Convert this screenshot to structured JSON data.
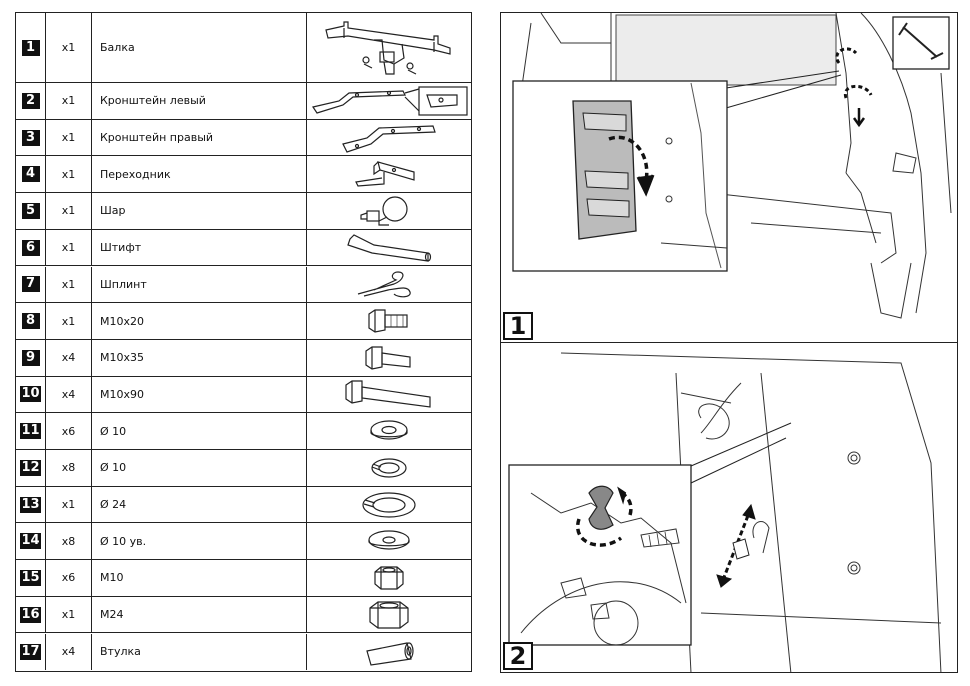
{
  "parts": [
    {
      "num": "1",
      "qty": "x1",
      "name": "Балка",
      "icon": "tow-beam-icon"
    },
    {
      "num": "2",
      "qty": "x1",
      "name": "Кронштейн левый",
      "icon": "bracket-left-icon"
    },
    {
      "num": "3",
      "qty": "x1",
      "name": "Кронштейн правый",
      "icon": "bracket-right-icon"
    },
    {
      "num": "4",
      "qty": "x1",
      "name": "Переходник",
      "icon": "adapter-icon"
    },
    {
      "num": "5",
      "qty": "x1",
      "name": "Шар",
      "icon": "tow-ball-icon"
    },
    {
      "num": "6",
      "qty": "x1",
      "name": "Штифт",
      "icon": "pin-icon"
    },
    {
      "num": "7",
      "qty": "x1",
      "name": "Шплинт",
      "icon": "cotter-pin-icon"
    },
    {
      "num": "8",
      "qty": "x1",
      "name": "M10x20",
      "icon": "short-bolt-icon"
    },
    {
      "num": "9",
      "qty": "x4",
      "name": "M10x35",
      "icon": "medium-bolt-icon"
    },
    {
      "num": "10",
      "qty": "x4",
      "name": "M10x90",
      "icon": "long-bolt-icon"
    },
    {
      "num": "11",
      "qty": "x6",
      "name": "Ø 10",
      "icon": "flat-washer-icon"
    },
    {
      "num": "12",
      "qty": "x8",
      "name": "Ø 10",
      "icon": "spring-washer-icon"
    },
    {
      "num": "13",
      "qty": "x1",
      "name": "Ø 24",
      "icon": "large-spring-washer-icon"
    },
    {
      "num": "14",
      "qty": "x8",
      "name": "Ø 10 ув.",
      "icon": "wide-washer-icon"
    },
    {
      "num": "15",
      "qty": "x6",
      "name": "M10",
      "icon": "nut-icon"
    },
    {
      "num": "16",
      "qty": "x1",
      "name": "M24",
      "icon": "large-nut-icon"
    },
    {
      "num": "17",
      "qty": "x4",
      "name": "Втулка",
      "icon": "sleeve-icon"
    }
  ],
  "steps": [
    {
      "label": "1"
    },
    {
      "label": "2"
    }
  ]
}
